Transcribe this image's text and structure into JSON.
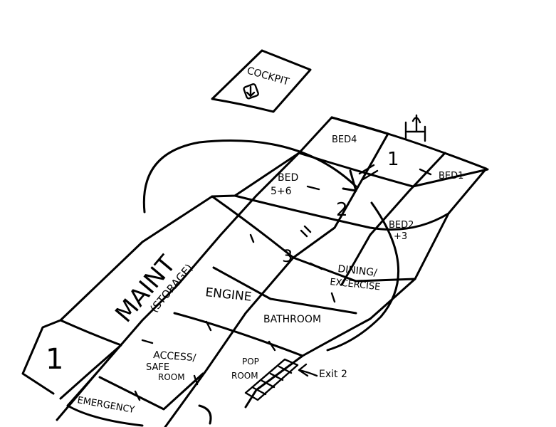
{
  "diagram": {
    "title": "Ship floor plan sketch",
    "colors": {
      "ink": "#000000",
      "paper": "#ffffff"
    },
    "cockpit": {
      "label": "COCKPIT",
      "icon": "hatch-arrow-down-icon"
    },
    "rooms": {
      "bed4": "BED4",
      "bed1": "BED1",
      "bed56_line1": "BED",
      "bed56_line2": "5+6",
      "bed23_line1": "BED2",
      "bed23_line2": "+3",
      "hall1": "1",
      "hall2": "2",
      "hall3": "3",
      "maint": "MAINT",
      "storage": "(STORAGE)",
      "engine": "ENGINE",
      "dining": "DINING/",
      "exercise": "EXCERCISE",
      "bathroom": "BATHROOM",
      "access": "ACCESS/",
      "safe": "SAFE",
      "safe_room": "ROOM",
      "pop": "POP",
      "pop_room": "ROOM",
      "emergency": "EMERGENCY",
      "exit1": "1",
      "exit2": "2"
    },
    "annotations": {
      "exit2_arrow": "Exit 2"
    }
  }
}
